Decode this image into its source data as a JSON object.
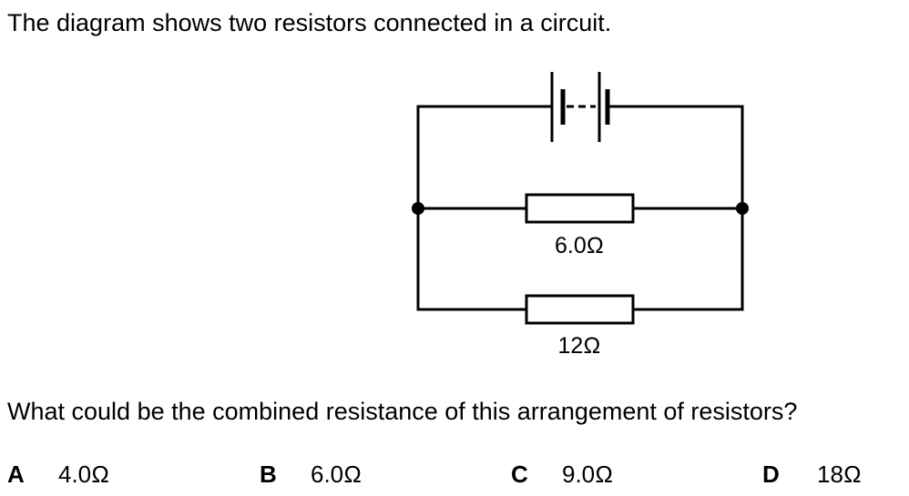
{
  "intro_text": "The diagram shows two resistors connected in a circuit.",
  "resistors": [
    {
      "label": "6.0Ω"
    },
    {
      "label": "12Ω"
    }
  ],
  "question_text": "What could be the combined resistance of this arrangement of resistors?",
  "options": [
    {
      "letter": "A",
      "value": "4.0Ω"
    },
    {
      "letter": "B",
      "value": "6.0Ω"
    },
    {
      "letter": "C",
      "value": "9.0Ω"
    },
    {
      "letter": "D",
      "value": "18Ω"
    }
  ]
}
